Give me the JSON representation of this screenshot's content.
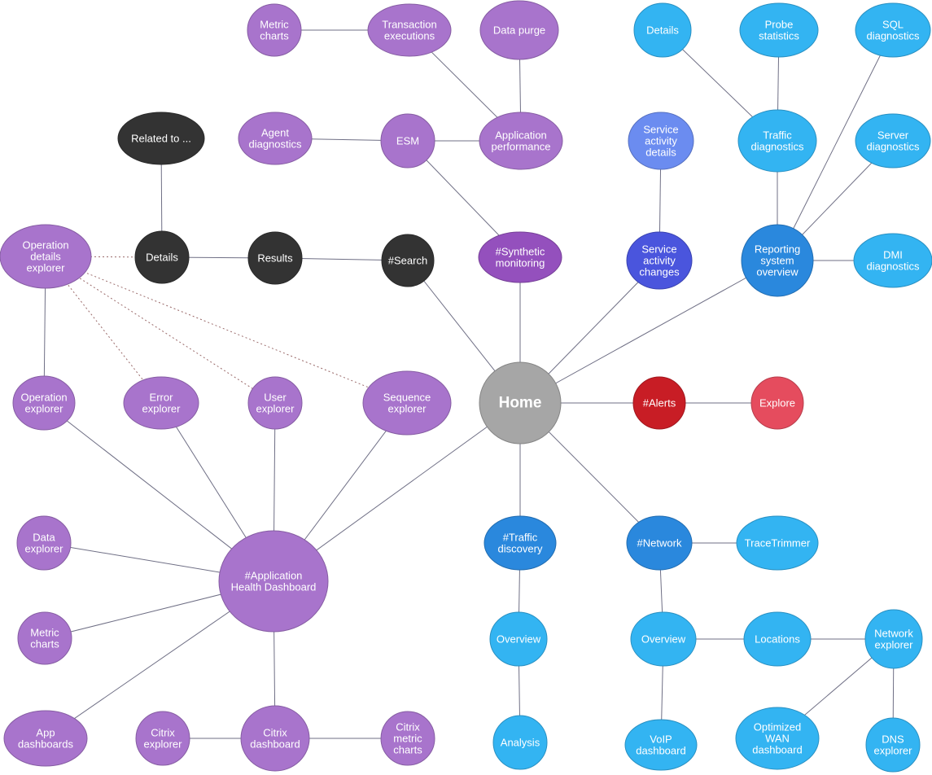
{
  "colors": {
    "purple": "#a874cc",
    "purple_dark": "#9450bd",
    "black": "#333333",
    "gray": "#a6a6a6",
    "light_blue": "#33b4f2",
    "mid_blue": "#2a88dd",
    "indigo": "#4a55dd",
    "periwinkle": "#6b8cf0",
    "red_dark": "#c81d25",
    "red": "#e54c5e"
  },
  "nodes": [
    {
      "id": "metric-charts-top",
      "lines": [
        "Metric",
        "charts"
      ],
      "color": "purple"
    },
    {
      "id": "transaction-executions",
      "lines": [
        "Transaction",
        "executions"
      ],
      "color": "purple"
    },
    {
      "id": "data-purge",
      "lines": [
        "Data purge"
      ],
      "color": "purple"
    },
    {
      "id": "agent-diagnostics",
      "lines": [
        "Agent",
        "diagnostics"
      ],
      "color": "purple"
    },
    {
      "id": "esm",
      "lines": [
        "ESM"
      ],
      "color": "purple"
    },
    {
      "id": "application-performance",
      "lines": [
        "Application",
        "performance"
      ],
      "color": "purple"
    },
    {
      "id": "related-to",
      "lines": [
        "Related to ..."
      ],
      "color": "black"
    },
    {
      "id": "operation-details-explorer",
      "lines": [
        "Operation",
        "details",
        "explorer"
      ],
      "color": "purple"
    },
    {
      "id": "details-dark",
      "lines": [
        "Details"
      ],
      "color": "black"
    },
    {
      "id": "results",
      "lines": [
        "Results"
      ],
      "color": "black"
    },
    {
      "id": "search",
      "lines": [
        "#Search"
      ],
      "color": "black"
    },
    {
      "id": "synthetic-monitoring",
      "lines": [
        "#Synthetic",
        "monitoring"
      ],
      "color": "purple_dark"
    },
    {
      "id": "service-activity-details",
      "lines": [
        "Service",
        "activity",
        "details"
      ],
      "color": "periwinkle"
    },
    {
      "id": "service-activity-changes",
      "lines": [
        "Service",
        "activity",
        "changes"
      ],
      "color": "indigo"
    },
    {
      "id": "details-blue",
      "lines": [
        "Details"
      ],
      "color": "light_blue"
    },
    {
      "id": "probe-statistics",
      "lines": [
        "Probe",
        "statistics"
      ],
      "color": "light_blue"
    },
    {
      "id": "sql-diagnostics",
      "lines": [
        "SQL",
        "diagnostics"
      ],
      "color": "light_blue"
    },
    {
      "id": "traffic-diagnostics",
      "lines": [
        "Traffic",
        "diagnostics"
      ],
      "color": "light_blue"
    },
    {
      "id": "server-diagnostics",
      "lines": [
        "Server",
        "diagnostics"
      ],
      "color": "light_blue"
    },
    {
      "id": "reporting-system-overview",
      "lines": [
        "Reporting",
        "system",
        "overview"
      ],
      "color": "mid_blue"
    },
    {
      "id": "dmi-diagnostics",
      "lines": [
        "DMI",
        "diagnostics"
      ],
      "color": "light_blue"
    },
    {
      "id": "operation-explorer",
      "lines": [
        "Operation",
        "explorer"
      ],
      "color": "purple"
    },
    {
      "id": "error-explorer",
      "lines": [
        "Error",
        "explorer"
      ],
      "color": "purple"
    },
    {
      "id": "user-explorer",
      "lines": [
        "User",
        "explorer"
      ],
      "color": "purple"
    },
    {
      "id": "sequence-explorer",
      "lines": [
        "Sequence",
        "explorer"
      ],
      "color": "purple"
    },
    {
      "id": "home",
      "lines": [
        "Home"
      ],
      "color": "gray"
    },
    {
      "id": "alerts",
      "lines": [
        "#Alerts"
      ],
      "color": "red_dark"
    },
    {
      "id": "explore",
      "lines": [
        "Explore"
      ],
      "color": "red"
    },
    {
      "id": "data-explorer",
      "lines": [
        "Data",
        "explorer"
      ],
      "color": "purple"
    },
    {
      "id": "application-health-dashboard",
      "lines": [
        "#Application",
        "Health Dashboard"
      ],
      "color": "purple"
    },
    {
      "id": "metric-charts-bottom",
      "lines": [
        "Metric",
        "charts"
      ],
      "color": "purple"
    },
    {
      "id": "app-dashboards",
      "lines": [
        "App",
        "dashboards"
      ],
      "color": "purple"
    },
    {
      "id": "citrix-explorer",
      "lines": [
        "Citrix",
        "explorer"
      ],
      "color": "purple"
    },
    {
      "id": "citrix-dashboard",
      "lines": [
        "Citrix",
        "dashboard"
      ],
      "color": "purple"
    },
    {
      "id": "citrix-metric-charts",
      "lines": [
        "Citrix",
        "metric",
        "charts"
      ],
      "color": "purple"
    },
    {
      "id": "traffic-discovery",
      "lines": [
        "#Traffic",
        "discovery"
      ],
      "color": "mid_blue"
    },
    {
      "id": "overview-traffic",
      "lines": [
        "Overview"
      ],
      "color": "light_blue"
    },
    {
      "id": "analysis",
      "lines": [
        "Analysis"
      ],
      "color": "light_blue"
    },
    {
      "id": "network",
      "lines": [
        "#Network"
      ],
      "color": "mid_blue"
    },
    {
      "id": "tracetrimmer",
      "lines": [
        "TraceTrimmer"
      ],
      "color": "light_blue"
    },
    {
      "id": "overview-network",
      "lines": [
        "Overview"
      ],
      "color": "light_blue"
    },
    {
      "id": "locations",
      "lines": [
        "Locations"
      ],
      "color": "light_blue"
    },
    {
      "id": "network-explorer",
      "lines": [
        "Network",
        "explorer"
      ],
      "color": "light_blue"
    },
    {
      "id": "voip-dashboard",
      "lines": [
        "VoIP",
        "dashboard"
      ],
      "color": "light_blue"
    },
    {
      "id": "optimized-wan-dashboard",
      "lines": [
        "Optimized",
        "WAN",
        "dashboard"
      ],
      "color": "light_blue"
    },
    {
      "id": "dns-explorer",
      "lines": [
        "DNS",
        "explorer"
      ],
      "color": "light_blue"
    }
  ],
  "edges": [
    {
      "from": "metric-charts-top",
      "to": "transaction-executions"
    },
    {
      "from": "transaction-executions",
      "to": "application-performance"
    },
    {
      "from": "data-purge",
      "to": "application-performance"
    },
    {
      "from": "agent-diagnostics",
      "to": "esm"
    },
    {
      "from": "esm",
      "to": "application-performance"
    },
    {
      "from": "esm",
      "to": "synthetic-monitoring"
    },
    {
      "from": "synthetic-monitoring",
      "to": "home"
    },
    {
      "from": "related-to",
      "to": "details-dark"
    },
    {
      "from": "details-dark",
      "to": "results"
    },
    {
      "from": "results",
      "to": "search"
    },
    {
      "from": "search",
      "to": "home"
    },
    {
      "from": "operation-details-explorer",
      "to": "details-dark",
      "style": "dotted"
    },
    {
      "from": "operation-details-explorer",
      "to": "operation-explorer"
    },
    {
      "from": "operation-details-explorer",
      "to": "error-explorer",
      "style": "dotted"
    },
    {
      "from": "operation-details-explorer",
      "to": "user-explorer",
      "style": "dotted"
    },
    {
      "from": "operation-details-explorer",
      "to": "sequence-explorer",
      "style": "dotted"
    },
    {
      "from": "service-activity-details",
      "to": "service-activity-changes"
    },
    {
      "from": "service-activity-changes",
      "to": "home"
    },
    {
      "from": "details-blue",
      "to": "traffic-diagnostics"
    },
    {
      "from": "probe-statistics",
      "to": "traffic-diagnostics"
    },
    {
      "from": "sql-diagnostics",
      "to": "reporting-system-overview"
    },
    {
      "from": "traffic-diagnostics",
      "to": "reporting-system-overview"
    },
    {
      "from": "server-diagnostics",
      "to": "reporting-system-overview"
    },
    {
      "from": "reporting-system-overview",
      "to": "dmi-diagnostics"
    },
    {
      "from": "reporting-system-overview",
      "to": "home"
    },
    {
      "from": "home",
      "to": "alerts"
    },
    {
      "from": "alerts",
      "to": "explore"
    },
    {
      "from": "home",
      "to": "traffic-discovery"
    },
    {
      "from": "home",
      "to": "network"
    },
    {
      "from": "home",
      "to": "application-health-dashboard"
    },
    {
      "from": "operation-explorer",
      "to": "application-health-dashboard"
    },
    {
      "from": "error-explorer",
      "to": "application-health-dashboard"
    },
    {
      "from": "user-explorer",
      "to": "application-health-dashboard"
    },
    {
      "from": "sequence-explorer",
      "to": "application-health-dashboard"
    },
    {
      "from": "data-explorer",
      "to": "application-health-dashboard"
    },
    {
      "from": "metric-charts-bottom",
      "to": "application-health-dashboard"
    },
    {
      "from": "app-dashboards",
      "to": "application-health-dashboard"
    },
    {
      "from": "application-health-dashboard",
      "to": "citrix-dashboard"
    },
    {
      "from": "citrix-explorer",
      "to": "citrix-dashboard"
    },
    {
      "from": "citrix-dashboard",
      "to": "citrix-metric-charts"
    },
    {
      "from": "traffic-discovery",
      "to": "overview-traffic"
    },
    {
      "from": "overview-traffic",
      "to": "analysis"
    },
    {
      "from": "network",
      "to": "tracetrimmer"
    },
    {
      "from": "network",
      "to": "overview-network"
    },
    {
      "from": "overview-network",
      "to": "locations"
    },
    {
      "from": "locations",
      "to": "network-explorer"
    },
    {
      "from": "overview-network",
      "to": "voip-dashboard"
    },
    {
      "from": "network-explorer",
      "to": "optimized-wan-dashboard"
    },
    {
      "from": "network-explorer",
      "to": "dns-explorer"
    }
  ]
}
